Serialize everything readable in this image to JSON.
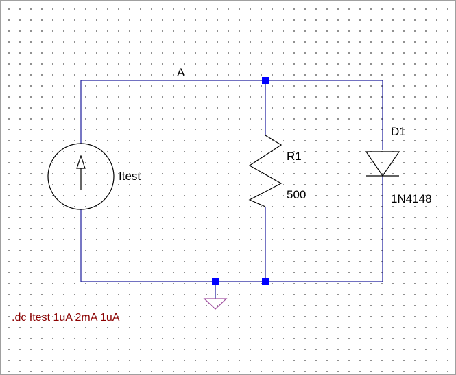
{
  "net_label": "A",
  "current_source": {
    "name": "Itest"
  },
  "resistor": {
    "name": "R1",
    "value": "500"
  },
  "diode": {
    "name": "D1",
    "model": "1N4148"
  },
  "directive": ".dc Itest 1uA 2mA 1uA",
  "colors": {
    "wire": "#1c1c9c",
    "junction": "#0000ff",
    "ground": "#a050a0",
    "directive": "#8b0000",
    "grid_dot": "#7a7a7a"
  }
}
